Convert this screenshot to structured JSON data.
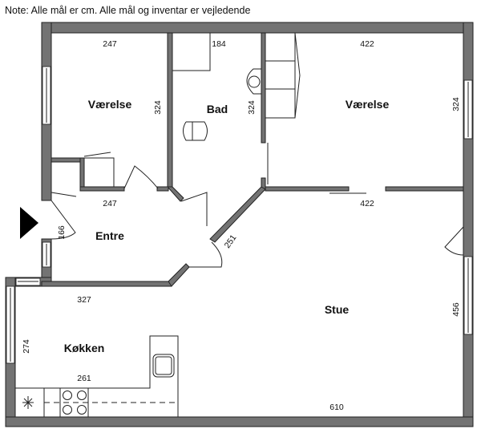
{
  "note": "Note: Alle mål er cm. Alle mål og inventar er vejledende",
  "rooms": {
    "vaerelse1": {
      "label": "Værelse",
      "width": "247",
      "depth": "324"
    },
    "bad": {
      "label": "Bad",
      "width": "184",
      "depth": "324"
    },
    "vaerelse2": {
      "label": "Værelse",
      "width": "422",
      "depth": "324"
    },
    "entre": {
      "label": "Entre",
      "width": "247",
      "depth": "166",
      "diag": "251"
    },
    "stue": {
      "label": "Stue",
      "width_top": "422",
      "width": "610",
      "depth": "456"
    },
    "kokken": {
      "label": "Køkken",
      "width_top": "327",
      "width": "261",
      "depth": "274"
    }
  },
  "colors": {
    "wall": "#737373",
    "outline": "#222222"
  }
}
